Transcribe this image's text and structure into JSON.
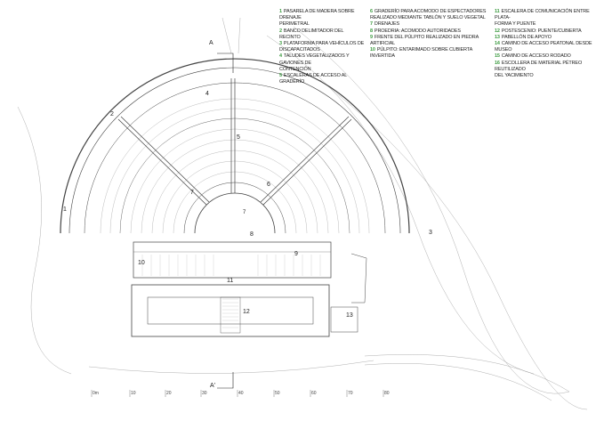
{
  "legend": {
    "columns": [
      [
        {
          "num": "1",
          "text": "PASARELA DE MADERA SOBRE DRENAJE PERIMETRAL",
          "lines": [
            "PASARELA DE MADERA SOBRE DRENAJE",
            "PERIMETRAL"
          ]
        },
        {
          "num": "2",
          "lines": [
            "BANCO DELIMITADOR DEL RECINTO"
          ]
        },
        {
          "num": "3",
          "lines": [
            "PLATAFORMA PARA VEHÍCULOS DE DISCAPACITADOS"
          ]
        },
        {
          "num": "4",
          "lines": [
            "TALUDES VEGETALIZADOS Y GAVIONES DE",
            "CONTENCIÓN"
          ]
        },
        {
          "num": "5",
          "lines": [
            "ESCALERAS DE ACCESO AL GRADERÍO"
          ]
        }
      ],
      [
        {
          "num": "6",
          "lines": [
            "GRADERÍO PARA ACOMODO DE ESPECTADORES",
            "REALIZADO MEDIANTE TABLÓN Y SUELO VEGETAL"
          ]
        },
        {
          "num": "7",
          "lines": [
            "DRENAJES"
          ]
        },
        {
          "num": "8",
          "lines": [
            "PROEDRIA: ACOMODO AUTORIDADES"
          ]
        },
        {
          "num": "9",
          "lines": [
            "FRENTE DEL PÚLPITO REALIZADO EN PIEDRA",
            "ARTIFICIAL"
          ]
        },
        {
          "num": "10",
          "lines": [
            "PÚLPITO: ENTARIMADO SOBRE CUBIERTA",
            "INVERTIDA"
          ]
        }
      ],
      [
        {
          "num": "11",
          "lines": [
            "ESCALERA DE COMUNICACIÓN ENTRE PLATA-",
            "FORMA Y PUENTE"
          ]
        },
        {
          "num": "12",
          "lines": [
            "POSTESCENIO: PUENTE/CUBIERTA"
          ]
        },
        {
          "num": "13",
          "lines": [
            "PABELLÓN DE APOYO"
          ]
        },
        {
          "num": "14",
          "lines": [
            "CAMINO DE ACCESO PEATONAL DESDE MUSEO"
          ]
        },
        {
          "num": "15",
          "lines": [
            "CAMINO DE ACCESO RODADO"
          ]
        },
        {
          "num": "16",
          "lines": [
            "ESCOLLERA DE MATERIAL PÉTREO REUTILIZADO",
            "DEL YACIMIENTO"
          ]
        }
      ]
    ]
  },
  "section_marks": {
    "top": "A",
    "bottom": "A'"
  },
  "plan_labels": [
    "1",
    "2",
    "3",
    "4",
    "5",
    "6",
    "7",
    "7",
    "8",
    "9",
    "10",
    "11",
    "12",
    "13"
  ],
  "scale_bar": [
    "0m",
    "10",
    "20",
    "30",
    "40",
    "50",
    "60",
    "70",
    "80"
  ],
  "colors": {
    "legend_number": "#4caf50",
    "line": "#555555"
  }
}
